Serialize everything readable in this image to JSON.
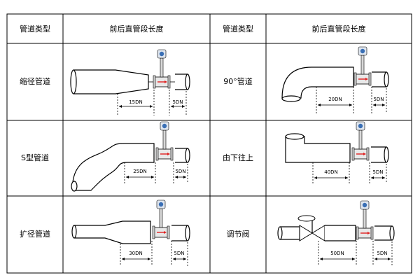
{
  "table": {
    "headers": {
      "pipe_type": "管道类型",
      "straight_length": "前后直管段长度"
    },
    "rows": [
      {
        "left": {
          "type": "缩径管道",
          "upstream": "15DN",
          "downstream": "5DN"
        },
        "right": {
          "type": "90°管道",
          "upstream": "20DN",
          "downstream": "5DN"
        }
      },
      {
        "left": {
          "type": "S型管道",
          "upstream": "25DN",
          "downstream": "5DN"
        },
        "right": {
          "type": "由下往上",
          "upstream": "40DN",
          "downstream": "5DN"
        }
      },
      {
        "left": {
          "type": "扩径管道",
          "upstream": "30DN",
          "downstream": "5DN"
        },
        "right": {
          "type": "调节阀",
          "upstream": "50DN",
          "downstream": "5DN"
        }
      }
    ]
  },
  "colors": {
    "grid": "#000000",
    "meter_blue": "#3a6fb5",
    "flow_arrow": "#e02020"
  },
  "icons": {
    "meter": "vortex-flowmeter-icon",
    "valve": "control-valve-icon"
  }
}
